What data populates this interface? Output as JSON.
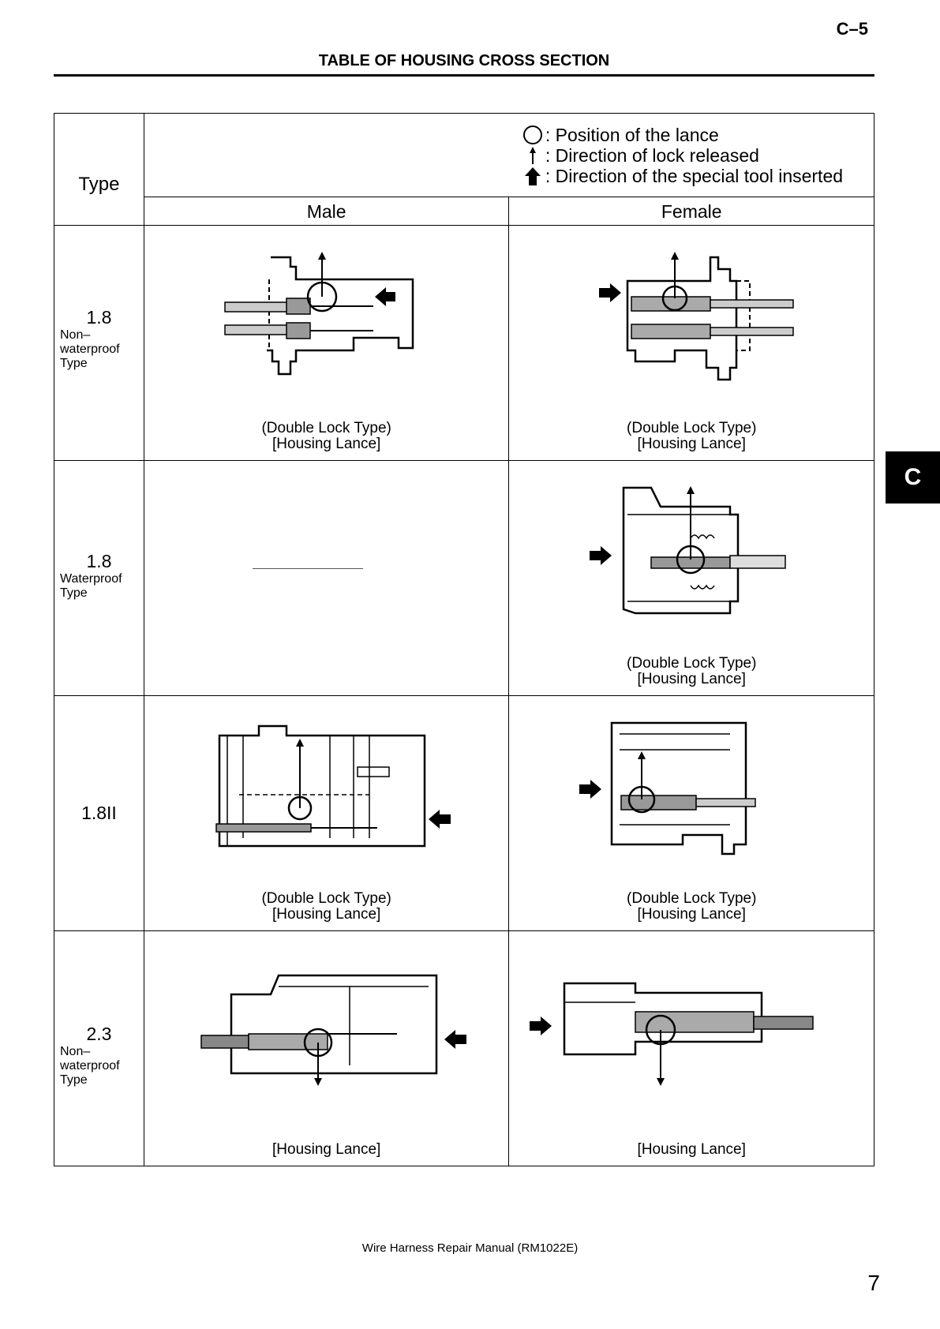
{
  "header": {
    "page_code": "C–5",
    "title": "TABLE OF HOUSING CROSS SECTION"
  },
  "tab_marker": "C",
  "table": {
    "type_header": "Type",
    "legend": [
      {
        "icon": "circle-icon",
        "text": ": Position of the lance"
      },
      {
        "icon": "thin-arrow-up-icon",
        "text": ": Direction of lock released"
      },
      {
        "icon": "bold-arrow-up-icon",
        "text": ": Direction of the special tool inserted"
      }
    ],
    "male_header": "Male",
    "female_header": "Female",
    "rows": [
      {
        "type_number": "1.8",
        "type_desc_1": "Non–",
        "type_desc_2": "waterproof",
        "type_desc_3": "Type",
        "male_caption_1": "(Double Lock Type)",
        "male_caption_2": "[Housing Lance]",
        "female_caption_1": "(Double Lock Type)",
        "female_caption_2": "[Housing Lance]"
      },
      {
        "type_number": "1.8",
        "type_desc_1": "Waterproof",
        "type_desc_2": "Type",
        "female_caption_1": "(Double Lock Type)",
        "female_caption_2": "[Housing Lance]"
      },
      {
        "type_number": "1.8II",
        "male_caption_1": "(Double Lock Type)",
        "male_caption_2": "[Housing Lance]",
        "female_caption_1": "(Double Lock Type)",
        "female_caption_2": "[Housing Lance]"
      },
      {
        "type_number": "2.3",
        "type_desc_1": "Non–",
        "type_desc_2": "waterproof",
        "type_desc_3": "Type",
        "male_caption_2": "[Housing Lance]",
        "female_caption_2": "[Housing Lance]"
      }
    ]
  },
  "footer": {
    "manual": "Wire Harness Repair Manual (RM1022E)",
    "page_number": "7"
  }
}
